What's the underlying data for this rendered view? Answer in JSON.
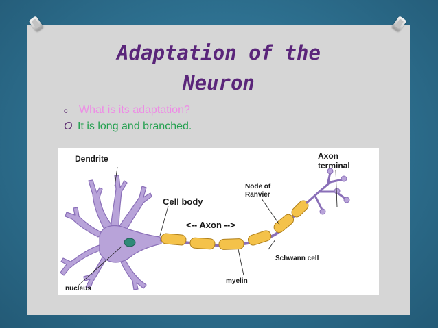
{
  "slide": {
    "title_line1": "Adaptation of the",
    "title_line2": "Neuron",
    "bullets": [
      {
        "marker": "o",
        "text": "What is its adaptation?"
      },
      {
        "marker": "O",
        "text": "It is long and branched."
      }
    ]
  },
  "diagram": {
    "labels": {
      "dendrite": "Dendrite",
      "axon_terminal_1": "Axon",
      "axon_terminal_2": "terminal",
      "node_1": "Node of",
      "node_2": "Ranvier",
      "cell_body": "Cell body",
      "axon": "<-- Axon -->",
      "schwann": "Schwann cell",
      "nucleus": "nucleus",
      "myelin": "myelin"
    }
  },
  "colors": {
    "background": "#2f7393",
    "slide": "#d6d6d6",
    "title": "#5a257a",
    "bullet1": "#ee8be6",
    "bullet2": "#23a04f",
    "neuron": "#b8a3d9",
    "myelin": "#f4c24a"
  }
}
